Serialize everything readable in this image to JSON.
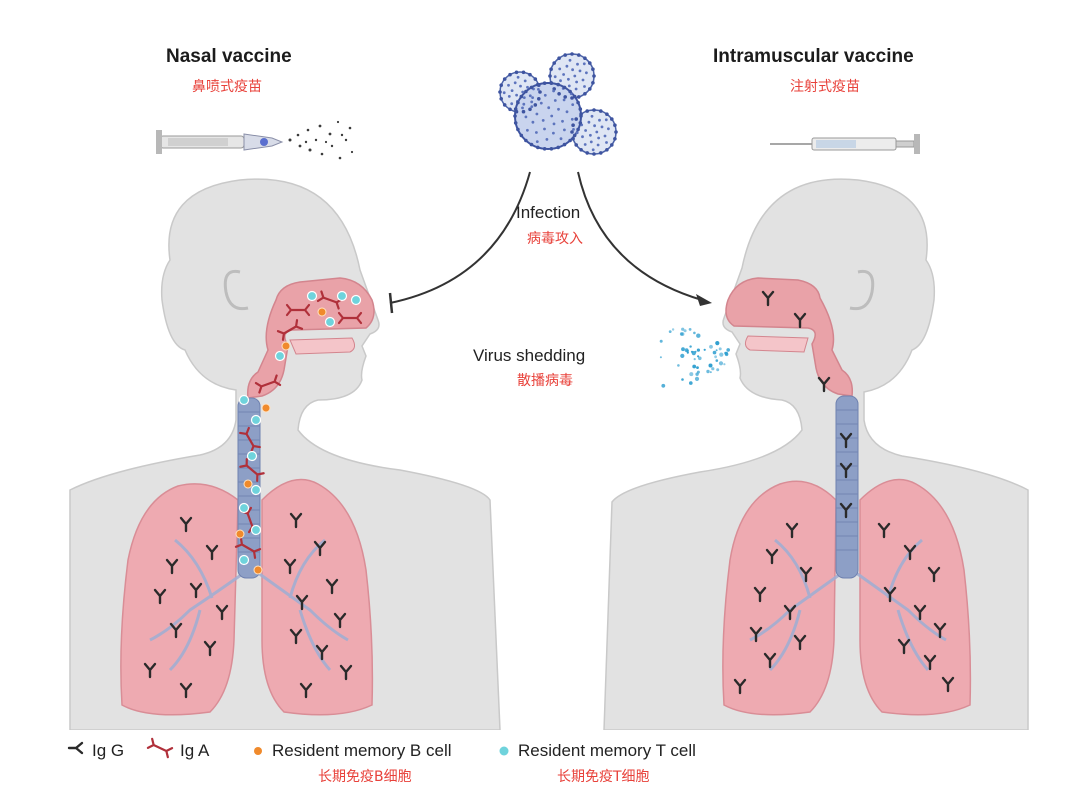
{
  "left_panel": {
    "title": "Nasal vaccine",
    "title_zh": "鼻喷式疫苗"
  },
  "right_panel": {
    "title": "Intramuscular vaccine",
    "title_zh": "注射式疫苗"
  },
  "center": {
    "infection_label": "Infection",
    "infection_zh": "病毒攻入",
    "shedding_label": "Virus shedding",
    "shedding_zh": "散播病毒"
  },
  "legend": {
    "igg": "Ig G",
    "iga": "Ig A",
    "b_cell": "Resident memory B cell",
    "b_cell_zh": "长期免疫B细胞",
    "t_cell": "Resident memory T cell",
    "t_cell_zh": "长期免疫T细胞"
  },
  "colors": {
    "body": "#e2e2e2",
    "body_stroke": "#c9c9c9",
    "airway": "#e9a2a8",
    "lung": "#eeaab1",
    "trachea": "#8d9fc6",
    "igg": "#2a2a2a",
    "iga": "#b0303a",
    "b_cell": "#f08a2c",
    "t_cell": "#6fd3dc",
    "virus": "#4b62a8",
    "accent_red": "#e8413a",
    "spray": "#2f9fd0"
  }
}
